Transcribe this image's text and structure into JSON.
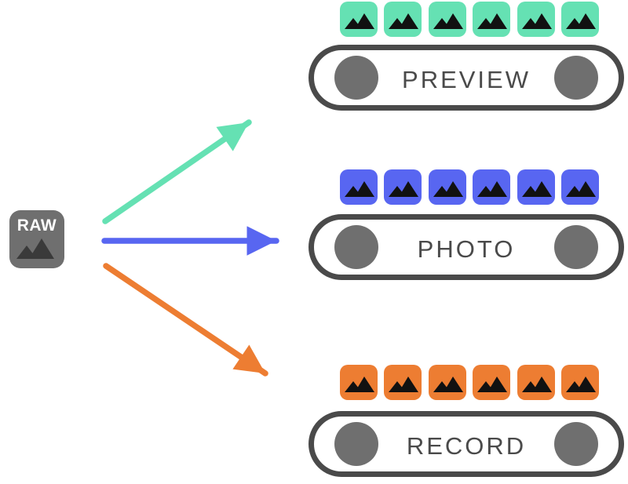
{
  "source": {
    "label": "RAW",
    "icon": "image-mountains-icon",
    "box_color": "#6F6F6F",
    "mountain_color": "#3A3A3A",
    "label_color": "#FFFFFF"
  },
  "streams": [
    {
      "id": "preview",
      "label": "PREVIEW",
      "color": "#65E1B3",
      "frames": 6
    },
    {
      "id": "photo",
      "label": "PHOTO",
      "color": "#5866F1",
      "frames": 6
    },
    {
      "id": "record",
      "label": "RECORD",
      "color": "#ED7D32",
      "frames": 6
    }
  ],
  "pill": {
    "border_color": "#4A4A4A",
    "roller_color": "#6F6F6F",
    "label_color": "#4A4A4A"
  },
  "frame_glyph": "mountains-icon",
  "frame_glyph_color": "#111111"
}
